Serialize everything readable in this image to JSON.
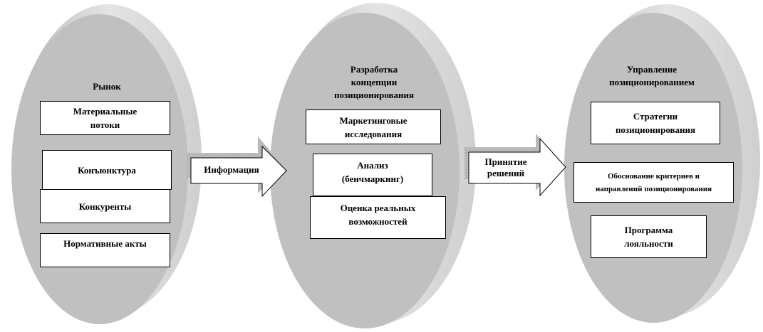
{
  "diagram": {
    "stage1": {
      "title": "Рынок",
      "items": [
        "Материальные\nпотоки",
        "Конъюнктура",
        "Конкуренты",
        "Нормативные акты"
      ]
    },
    "arrow1": {
      "label": "Информация"
    },
    "stage2": {
      "title": "Разработка\nконцепции\nпозиционирования",
      "items": [
        "Маркетинговые\nисследования",
        "Анализ\n(бенчмаркинг)",
        "Оценка реальных\nвозможностей"
      ]
    },
    "arrow2": {
      "label": "Принятие\nрешений"
    },
    "stage3": {
      "title": "Управление\nпозиционированием",
      "items": [
        "Стратегии\nпозиционирования",
        "Обоснование  критериев и\nнаправлений позиционирования",
        "Программа\nлояльности"
      ]
    }
  }
}
